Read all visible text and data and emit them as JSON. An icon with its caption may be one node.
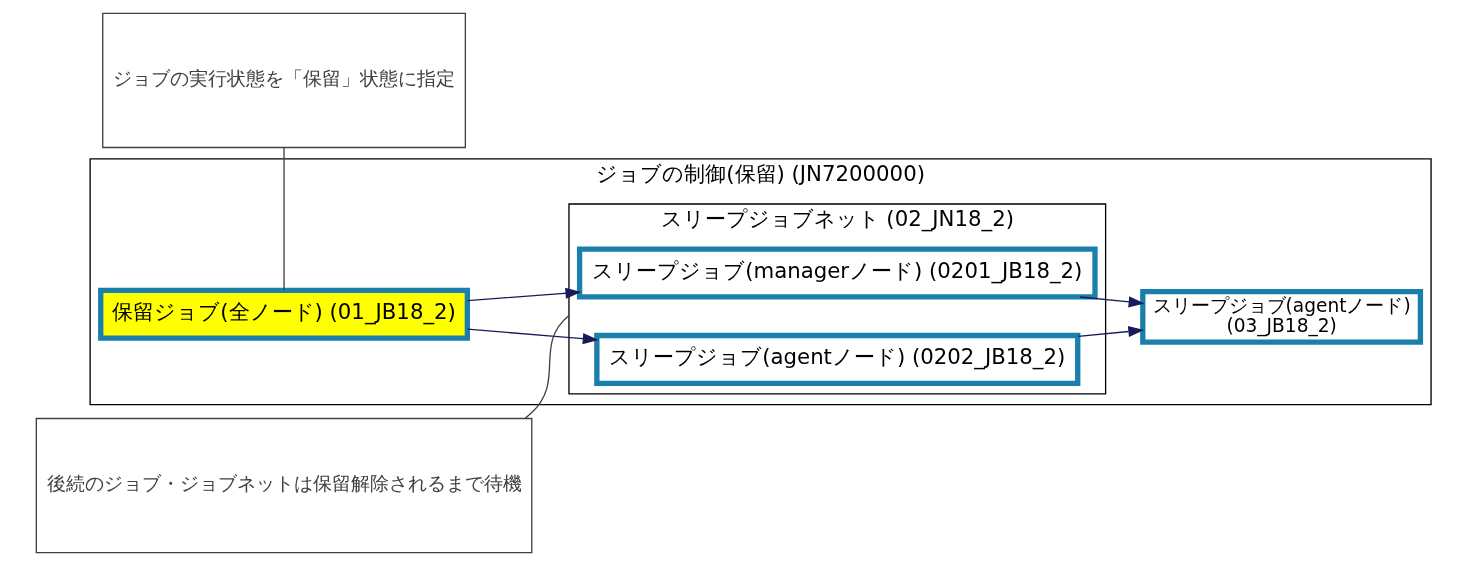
{
  "diagram": {
    "nodes": [
      {
        "text": [
          "ジョブの制御(保留) (JN7200000)"
        ]
      },
      {
        "text": [
          "保留ジョブ(全ノード) (01_JB18_2)"
        ],
        "in": 0
      },
      {
        "text": [
          "スリープジョブネット (02_JN18_2)"
        ],
        "in": 0
      },
      {
        "text": [
          "スリープジョブ(managerノード) (0201_JB18_2)"
        ],
        "in": 2
      },
      {
        "text": [
          "スリープジョブ(agentノード) (0202_JB18_2)"
        ],
        "in": 2
      },
      {
        "text": [
          "スリープジョブ(agentノード)",
          "(03_JB18_2)"
        ],
        "in": 0
      },
      {
        "text": [
          "ジョブの実行状態を「保留」状態に指定"
        ]
      },
      {
        "text": [
          "後続のジョブ・ジョブネットは保留解除されるまで待機"
        ]
      }
    ],
    "edges": [
      {
        "from": 1,
        "to": 3,
        "arrow": "to"
      },
      {
        "from": 1,
        "to": 4,
        "arrow": "to"
      },
      {
        "from": 3,
        "to": 5,
        "arrow": "to"
      },
      {
        "from": 4,
        "to": 5,
        "arrow": "to"
      },
      {
        "from": 6,
        "to": 1,
        "arrow": "none",
        "color": "#404040"
      },
      {
        "from": 7,
        "to": 2,
        "arrow": "none",
        "color": "#404040"
      }
    ]
  }
}
